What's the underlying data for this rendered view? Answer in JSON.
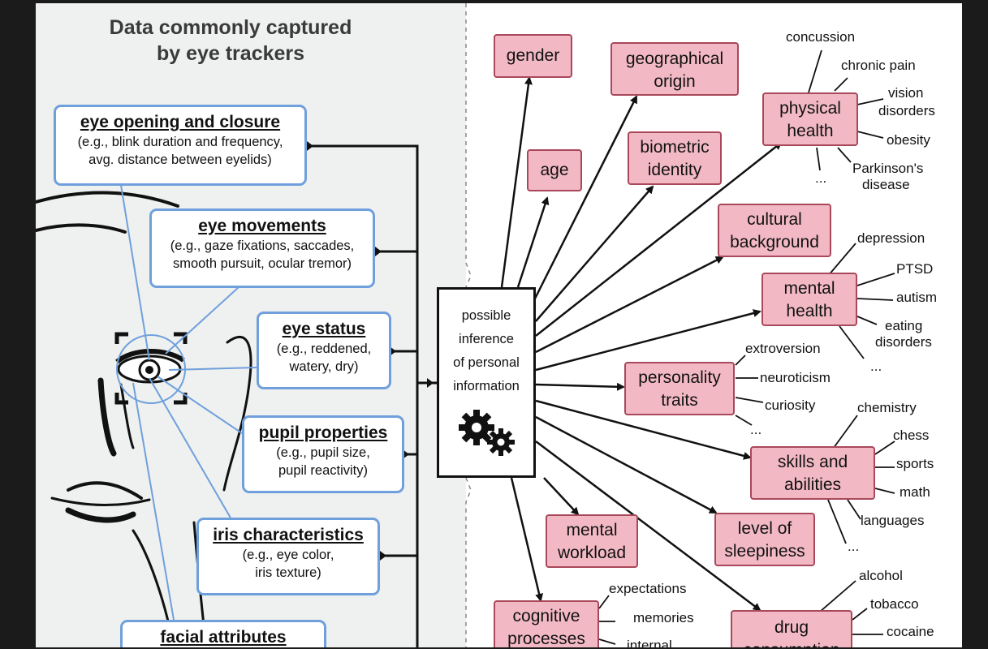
{
  "title": [
    "Data commonly captured",
    "by eye trackers"
  ],
  "data_boxes": [
    {
      "heading": "eye opening and closure",
      "lines": [
        "(e.g., blink duration and frequency,",
        "avg. distance between eyelids)"
      ]
    },
    {
      "heading": "eye movements",
      "lines": [
        "(e.g., gaze fixations, saccades,",
        "smooth pursuit, ocular tremor)"
      ]
    },
    {
      "heading": "eye status",
      "lines": [
        "(e.g., reddened,",
        "watery, dry)"
      ]
    },
    {
      "heading": "pupil properties",
      "lines": [
        "(e.g., pupil size,",
        "pupil reactivity)"
      ]
    },
    {
      "heading": "iris characteristics",
      "lines": [
        "(e.g., eye color,",
        "iris texture)"
      ]
    },
    {
      "heading": "facial attributes",
      "lines": []
    }
  ],
  "center": {
    "lines": [
      "possible",
      "inference",
      "of personal",
      "information"
    ],
    "icon": "gears-icon"
  },
  "categories": [
    {
      "id": "gender",
      "lines": [
        "gender"
      ]
    },
    {
      "id": "geo",
      "lines": [
        "geographical",
        "origin"
      ]
    },
    {
      "id": "physical",
      "lines": [
        "physical",
        "health"
      ]
    },
    {
      "id": "age",
      "lines": [
        "age"
      ]
    },
    {
      "id": "biometric",
      "lines": [
        "biometric",
        "identity"
      ]
    },
    {
      "id": "cultural",
      "lines": [
        "cultural",
        "background"
      ]
    },
    {
      "id": "mental",
      "lines": [
        "mental",
        "health"
      ]
    },
    {
      "id": "personality",
      "lines": [
        "personality",
        "traits"
      ]
    },
    {
      "id": "skills",
      "lines": [
        "skills and",
        "abilities"
      ]
    },
    {
      "id": "sleepiness",
      "lines": [
        "level of",
        "sleepiness"
      ]
    },
    {
      "id": "workload",
      "lines": [
        "mental",
        "workload"
      ]
    },
    {
      "id": "cognitive",
      "lines": [
        "cognitive",
        "processes"
      ]
    },
    {
      "id": "drug",
      "lines": [
        "drug",
        "consumption"
      ]
    }
  ],
  "labels": {
    "physical": [
      "concussion",
      "chronic pain",
      "vision",
      "disorders",
      "obesity",
      "Parkinson's",
      "disease",
      "..."
    ],
    "mental": [
      "depression",
      "PTSD",
      "autism",
      "eating",
      "disorders",
      "..."
    ],
    "personality": [
      "extroversion",
      "neuroticism",
      "curiosity",
      "..."
    ],
    "skills": [
      "chemistry",
      "chess",
      "sports",
      "math",
      "languages",
      "..."
    ],
    "cognitive": [
      "expectations",
      "memories",
      "internal"
    ],
    "drug": [
      "alcohol",
      "tobacco",
      "cocaine"
    ]
  }
}
